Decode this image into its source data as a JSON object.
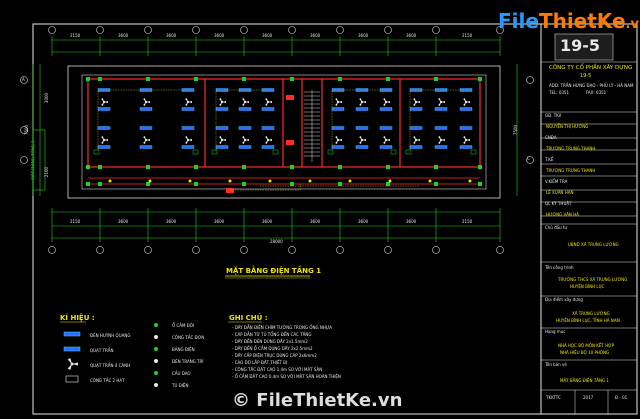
{
  "watermark": {
    "brand_file": "File",
    "brand_rest": "ThietKe",
    "brand_tld": ".vn",
    "footer_copyright": "© FileThietKe.vn"
  },
  "drawing": {
    "title": "MẶT BẰNG ĐIỆN TẦNG 1",
    "dimensions_top": [
      "2150",
      "3600",
      "3600",
      "3600",
      "3600",
      "3600",
      "3600",
      "3600",
      "2150"
    ],
    "dimensions_bottom": [
      "2150",
      "3600",
      "3600",
      "3600",
      "3600",
      "3600",
      "3600",
      "3600",
      "2150"
    ],
    "overall_dimension": "28000",
    "side_dim_left_1": "3000",
    "side_dim_left_2": "7500",
    "side_dim_left_3": "2100",
    "side_dim_right": "7500",
    "grid_left": "A",
    "grid_right": "C",
    "side_note": "MẶT ĐỨNG TỔNG 1"
  },
  "legend": {
    "title": "KÍ HIỆU :",
    "items_col1": [
      "ĐÈN HUỲNH QUANG",
      "QUẠT TRẦN",
      "QUẠT TRẦN 4 CÁNH",
      "CÔNG TẮC 2 HẠT"
    ],
    "items_col2": [
      "Ổ CẮM ĐÔI",
      "CÔNG TẮC ĐƠN",
      "BẢNG ĐIỆN",
      "ĐÈN TRANG TRÍ",
      "CẦU DAO",
      "TỦ ĐIỆN"
    ]
  },
  "notes": {
    "title": "GHI CHÚ :",
    "lines": [
      "- DÂY DẪN ĐIỆN CHÌM TƯỜNG TRONG ỐNG NHỰA",
      "- CÁP DẪN TỪ TỦ TỔNG ĐẾN CÁC TẦNG",
      "- DÂY ĐẾN ĐÈN DÙNG DÂY 2x1.5mm2",
      "- DÂY ĐẾN Ổ CẮM DÙNG DÂY 2x2.5mm2",
      "- DÂY CẤP ĐIỆN TRỤC DÙNG CÁP 2x6mm2",
      "- CAO ĐỘ LẮP ĐẶT THIẾT BỊ",
      "- CÔNG TẮC ĐẶT CAO 1.4m SO VỚI MẶT SÀN",
      "- Ổ CẮM ĐẶT CAO 0.4m SO VỚI MẶT SÀN HOÀN THIỆN"
    ]
  },
  "title_block": {
    "logo": "19-5",
    "company": "CÔNG TY CỔ PHẦN XÂY DỰNG",
    "company_sub": "19-5",
    "address": "ADD: TRẦN HƯNG ĐẠO - PHỦ LÝ - HÀ NAM",
    "tel": "TEL: 0351",
    "fax": "FAX: 0351",
    "rows": [
      {
        "label": "GĐ. TKế",
        "value": ""
      },
      {
        "label": "",
        "value": "NGUYỄN THỊ HƯƠNG"
      },
      {
        "label": "CNĐA",
        "value": ""
      },
      {
        "label": "",
        "value": "TRƯƠNG TRUNG THANH"
      },
      {
        "label": "T.KẾ",
        "value": ""
      },
      {
        "label": "",
        "value": "TRƯƠNG TRUNG THANH"
      },
      {
        "label": "V.KIỂM TRA",
        "value": ""
      },
      {
        "label": "",
        "value": "LÊ XUÂN HẠN"
      },
      {
        "label": "QL KỸ THUẬT",
        "value": ""
      },
      {
        "label": "",
        "value": "HƯƠNG VĂN HÀ"
      }
    ],
    "investor_label": "Chủ đầu tư",
    "investor": "UBND XÃ TRUNG LƯƠNG",
    "project_label": "Tên công trình",
    "project": "TRƯỜNG THCS XÃ TRUNG LƯƠNG",
    "project_sub": "HUYỆN BÌNH LỤC",
    "location_label": "Địa điểm xây dựng",
    "location": "XÃ TRUNG LƯƠNG",
    "location_sub": "HUYỆN BÌNH LỤC, TỈNH HÀ NAM",
    "item_label": "Hạng mục",
    "item": "NHÀ HỌC BỘ MÔN KẾT HỢP",
    "item_sub": "NHÀ HIỆU BỘ 10 PHÒNG",
    "sheet_label": "Tên bản vẽ",
    "sheet": "MẶT BẰNG ĐIỆN TẦNG 1",
    "phase_label": "TKKTTC",
    "year": "2017",
    "sheet_no": "Đ - 01"
  },
  "colors": {
    "background": "#000000",
    "frame": "#e8e8e8",
    "wall": "#ff2a2a",
    "dimension": "#21d321",
    "text_yellow": "#f2e600",
    "fixture_blue": "#2b6cff",
    "fixture_cyan": "#3ad0ff"
  }
}
